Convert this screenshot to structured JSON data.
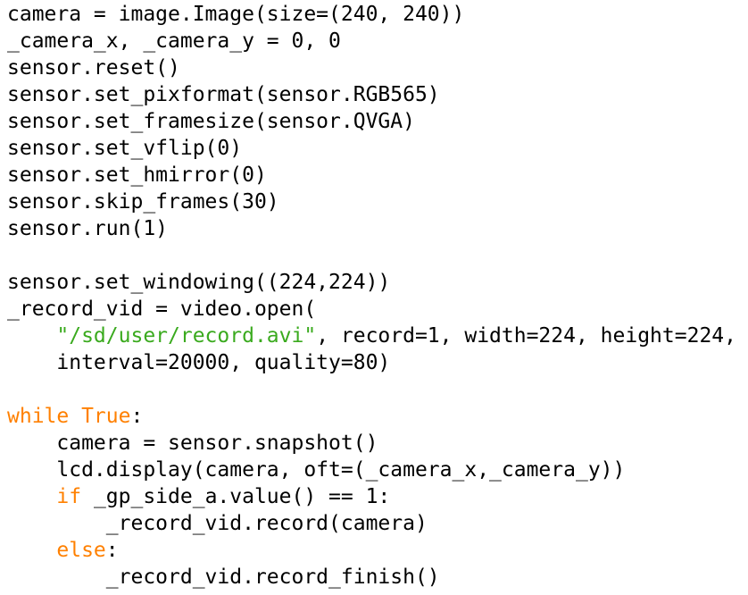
{
  "colors": {
    "background": "#ffffff",
    "text": "#000000",
    "keyword": "#ff8000",
    "string": "#3aaa1e"
  },
  "code": {
    "lines": [
      {
        "tokens": [
          {
            "text": "camera = image.Image(size=(240, 240))",
            "kind": "plain"
          }
        ]
      },
      {
        "tokens": [
          {
            "text": "_camera_x, _camera_y = 0, 0",
            "kind": "plain"
          }
        ]
      },
      {
        "tokens": [
          {
            "text": "sensor.reset()",
            "kind": "plain"
          }
        ]
      },
      {
        "tokens": [
          {
            "text": "sensor.set_pixformat(sensor.RGB565)",
            "kind": "plain"
          }
        ]
      },
      {
        "tokens": [
          {
            "text": "sensor.set_framesize(sensor.QVGA)",
            "kind": "plain"
          }
        ]
      },
      {
        "tokens": [
          {
            "text": "sensor.set_vflip(0)",
            "kind": "plain"
          }
        ]
      },
      {
        "tokens": [
          {
            "text": "sensor.set_hmirror(0)",
            "kind": "plain"
          }
        ]
      },
      {
        "tokens": [
          {
            "text": "sensor.skip_frames(30)",
            "kind": "plain"
          }
        ]
      },
      {
        "tokens": [
          {
            "text": "sensor.run(1)",
            "kind": "plain"
          }
        ]
      },
      {
        "tokens": []
      },
      {
        "tokens": [
          {
            "text": "sensor.set_windowing((224,224))",
            "kind": "plain"
          }
        ]
      },
      {
        "tokens": [
          {
            "text": "_record_vid = video.open(",
            "kind": "plain"
          }
        ]
      },
      {
        "tokens": [
          {
            "text": "    ",
            "kind": "plain"
          },
          {
            "text": "\"/sd/user/record.avi\"",
            "kind": "string"
          },
          {
            "text": ", record=1, width=224, height=224,",
            "kind": "plain"
          }
        ]
      },
      {
        "tokens": [
          {
            "text": "    interval=20000, quality=80)",
            "kind": "plain"
          }
        ]
      },
      {
        "tokens": []
      },
      {
        "tokens": [
          {
            "text": "while True",
            "kind": "keyword"
          },
          {
            "text": ":",
            "kind": "plain"
          }
        ]
      },
      {
        "tokens": [
          {
            "text": "    camera = sensor.snapshot()",
            "kind": "plain"
          }
        ]
      },
      {
        "tokens": [
          {
            "text": "    lcd.display(camera, oft=(_camera_x,_camera_y))",
            "kind": "plain"
          }
        ]
      },
      {
        "tokens": [
          {
            "text": "    ",
            "kind": "plain"
          },
          {
            "text": "if",
            "kind": "keyword"
          },
          {
            "text": " _gp_side_a.value() == 1:",
            "kind": "plain"
          }
        ]
      },
      {
        "tokens": [
          {
            "text": "        _record_vid.record(camera)",
            "kind": "plain"
          }
        ]
      },
      {
        "tokens": [
          {
            "text": "    ",
            "kind": "plain"
          },
          {
            "text": "else",
            "kind": "keyword"
          },
          {
            "text": ":",
            "kind": "plain"
          }
        ]
      },
      {
        "tokens": [
          {
            "text": "        _record_vid.record_finish()",
            "kind": "plain"
          }
        ]
      }
    ]
  }
}
